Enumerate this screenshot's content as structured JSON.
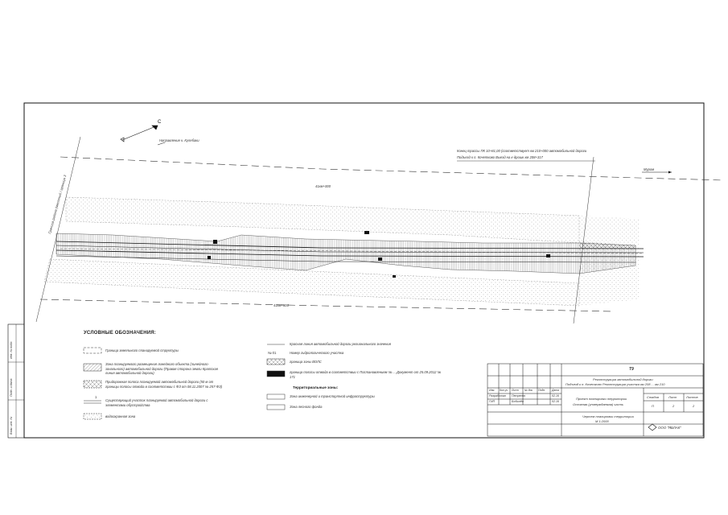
{
  "drawing": {
    "label_top_road": "Направление к. Кулебаки",
    "label_right_top": "Муром",
    "label_vertical_left": "Граница района (местный / граница 3",
    "label_top_center": "41км+000",
    "label_bottom_center": "41км+800",
    "label_info_line1": "Конец трассы ПК 10+81,00 (соответствует км 210+000 автомобильной дороги",
    "label_info_line2": "Подъезд к п. Кочетково   Выезд на к-дрошк км 208+317"
  },
  "legend": {
    "title": "УСЛОВНЫЕ ОБОЗНАЧЕНИЯ:",
    "left_items": [
      "Граница земельного планируемой структуры",
      "Зона планируемого размещения линейного объекта (линейного-зонального) автомобильной дороги (Правая сторона земли Кратская линия автомобильной дороги)",
      "Придорожная полоса планируемой автомобильной дороги (50 м от границы полосы отвода в соответствии с ФЗ от 08.11.2007 № 257-ФЗ)",
      "Существующий участок планируемой автомобильной дороги с элементами обустройства",
      "водоохранная зона"
    ],
    "right_items": [
      "Красная линия автомобильной дороги регионального значения",
      "Номер гидрологического участка",
      "граница зоны ВОЛС",
      "граница полосы отвода в соответствии с Постановлением № ...  Документ от 25.09.2012 № 171"
    ],
    "zones_title": "Территориальные зоны:",
    "zones_items": [
      "Зона инженерной и транспортной инфраструктуры",
      "Зона лесного фонда"
    ],
    "symbol_number": "1",
    "number_sample": "№ 01"
  },
  "stamp": {
    "sheet_code": "Т9",
    "title_line1": "Реконструкция автомобильной дороги",
    "title_line2": "Подъезд к п. Кочетково    Реконструкция участка км 208 ... км 210",
    "header_cols": [
      "Изм.",
      "Кол.уч",
      "Лист",
      "№ док",
      "Подп.",
      "Дата"
    ],
    "row1": [
      "Разработал",
      "Петренко",
      "",
      "02.16"
    ],
    "row2": [
      "ГИП",
      "Бобылёв",
      "",
      "02.16"
    ],
    "project_title_line1": "Проект планировки территории",
    "project_title_line2": "Основная (утверждаемая) часть",
    "stage_headers": [
      "Стадия",
      "Лист",
      "Листов"
    ],
    "stage_values": [
      "П",
      "2",
      "2"
    ],
    "drawing_name_line1": "Чертеж планировки территории",
    "drawing_name_line2": "М 1:2000",
    "company": "ООО \"ЯБЛАК\""
  },
  "side_stamp": {
    "items": [
      "Инв. № подл.",
      "Подп. и дата",
      "Взам. инв. №"
    ]
  }
}
